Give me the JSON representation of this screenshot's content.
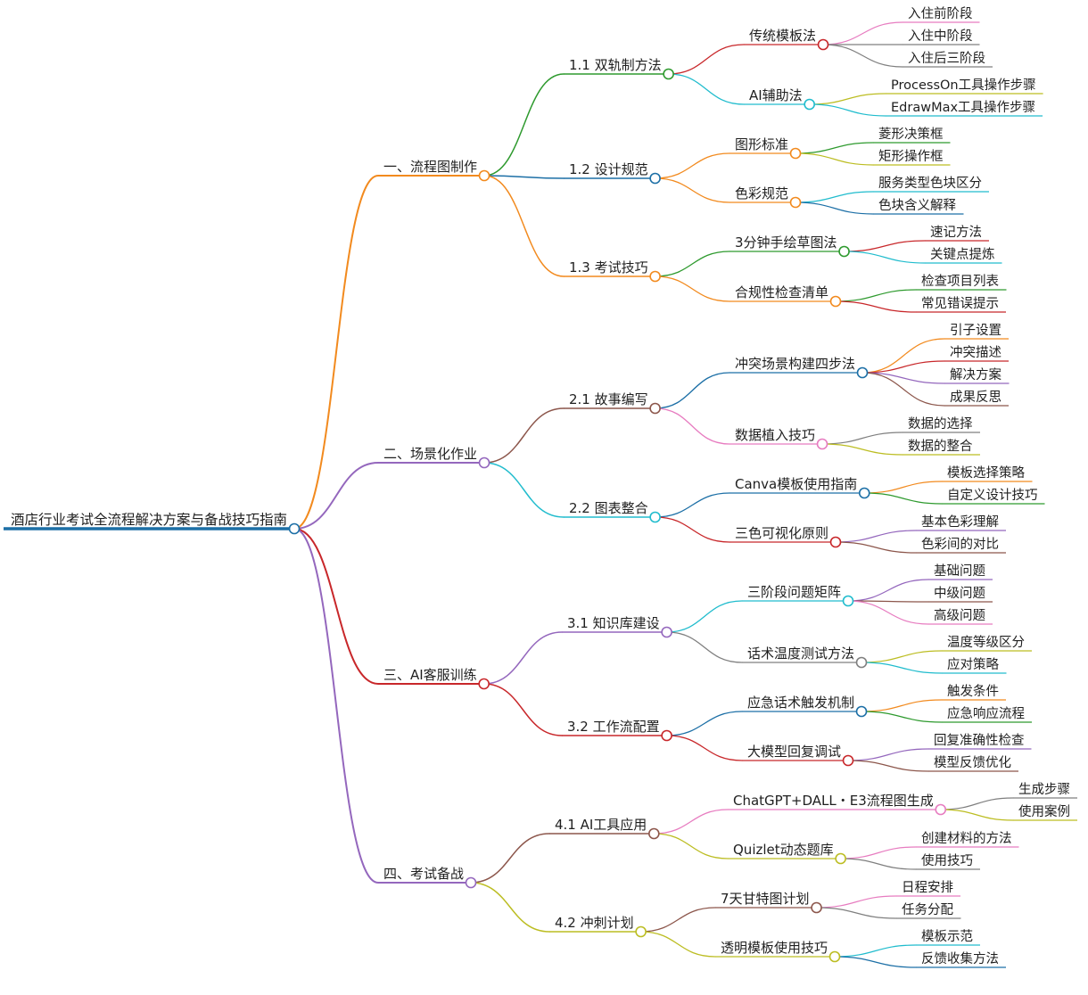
{
  "root": {
    "label": "酒店行业考试全流程解决方案与备战技巧指南",
    "color": "#1c6fa6"
  },
  "branches": [
    {
      "label": "一、流程图制作",
      "color": "#f28a1e",
      "children": [
        {
          "label": "1.1 双轨制方法",
          "color": "#2e9a2e",
          "children": [
            {
              "label": "传统模板法",
              "color": "#c8272a",
              "children": [
                {
                  "label": "入住前阶段",
                  "color": "#e77cc0"
                },
                {
                  "label": "入住中阶段",
                  "color": "#7f7f7f"
                },
                {
                  "label": "入住后三阶段",
                  "color": "#7f7f7f"
                }
              ]
            },
            {
              "label": "AI辅助法",
              "color": "#20bccd",
              "children": [
                {
                  "label": "ProcessOn工具操作步骤",
                  "color": "#bcbd22"
                },
                {
                  "label": "EdrawMax工具操作步骤",
                  "color": "#20bccd"
                }
              ]
            }
          ]
        },
        {
          "label": "1.2 设计规范",
          "color": "#1c6fa6",
          "children": [
            {
              "label": "图形标准",
              "color": "#f28a1e",
              "children": [
                {
                  "label": "菱形决策框",
                  "color": "#2e9a2e"
                },
                {
                  "label": "矩形操作框",
                  "color": "#bcbd22"
                }
              ]
            },
            {
              "label": "色彩规范",
              "color": "#f28a1e",
              "children": [
                {
                  "label": "服务类型色块区分",
                  "color": "#20bccd"
                },
                {
                  "label": "色块含义解释",
                  "color": "#1c6fa6"
                }
              ]
            }
          ]
        },
        {
          "label": "1.3 考试技巧",
          "color": "#f28a1e",
          "children": [
            {
              "label": "3分钟手绘草图法",
              "color": "#2e9a2e",
              "children": [
                {
                  "label": "速记方法",
                  "color": "#c8272a"
                },
                {
                  "label": "关键点提炼",
                  "color": "#20bccd"
                }
              ]
            },
            {
              "label": "合规性检查清单",
              "color": "#f28a1e",
              "children": [
                {
                  "label": "检查项目列表",
                  "color": "#2e9a2e"
                },
                {
                  "label": "常见错误提示",
                  "color": "#c8272a"
                }
              ]
            }
          ]
        }
      ]
    },
    {
      "label": "二、场景化作业",
      "color": "#9467bd",
      "children": [
        {
          "label": "2.1 故事编写",
          "color": "#8c564b",
          "children": [
            {
              "label": "冲突场景构建四步法",
              "color": "#1c6fa6",
              "children": [
                {
                  "label": "引子设置",
                  "color": "#f28a1e"
                },
                {
                  "label": "冲突描述",
                  "color": "#c8272a"
                },
                {
                  "label": "解决方案",
                  "color": "#9467bd"
                },
                {
                  "label": "成果反思",
                  "color": "#8c564b"
                }
              ]
            },
            {
              "label": "数据植入技巧",
              "color": "#e77cc0",
              "children": [
                {
                  "label": "数据的选择",
                  "color": "#7f7f7f"
                },
                {
                  "label": "数据的整合",
                  "color": "#bcbd22"
                }
              ]
            }
          ]
        },
        {
          "label": "2.2 图表整合",
          "color": "#20bccd",
          "children": [
            {
              "label": "Canva模板使用指南",
              "color": "#1c6fa6",
              "children": [
                {
                  "label": "模板选择策略",
                  "color": "#f28a1e"
                },
                {
                  "label": "自定义设计技巧",
                  "color": "#2e9a2e"
                }
              ]
            },
            {
              "label": "三色可视化原则",
              "color": "#c8272a",
              "children": [
                {
                  "label": "基本色彩理解",
                  "color": "#9467bd"
                },
                {
                  "label": "色彩间的对比",
                  "color": "#8c564b"
                }
              ]
            }
          ]
        }
      ]
    },
    {
      "label": "三、AI客服训练",
      "color": "#c8272a",
      "children": [
        {
          "label": "3.1 知识库建设",
          "color": "#9467bd",
          "children": [
            {
              "label": "三阶段问题矩阵",
              "color": "#20bccd",
              "children": [
                {
                  "label": "基础问题",
                  "color": "#9467bd"
                },
                {
                  "label": "中级问题",
                  "color": "#8c564b"
                },
                {
                  "label": "高级问题",
                  "color": "#e77cc0"
                }
              ]
            },
            {
              "label": "话术温度测试方法",
              "color": "#7f7f7f",
              "children": [
                {
                  "label": "温度等级区分",
                  "color": "#bcbd22"
                },
                {
                  "label": "应对策略",
                  "color": "#20bccd"
                }
              ]
            }
          ]
        },
        {
          "label": "3.2 工作流配置",
          "color": "#c8272a",
          "children": [
            {
              "label": "应急话术触发机制",
              "color": "#1c6fa6",
              "children": [
                {
                  "label": "触发条件",
                  "color": "#f28a1e"
                },
                {
                  "label": "应急响应流程",
                  "color": "#2e9a2e"
                }
              ]
            },
            {
              "label": "大模型回复调试",
              "color": "#c8272a",
              "children": [
                {
                  "label": "回复准确性检查",
                  "color": "#9467bd"
                },
                {
                  "label": "模型反馈优化",
                  "color": "#8c564b"
                }
              ]
            }
          ]
        }
      ]
    },
    {
      "label": "四、考试备战",
      "color": "#9467bd",
      "children": [
        {
          "label": "4.1 AI工具应用",
          "color": "#8c564b",
          "children": [
            {
              "label": "ChatGPT+DALL・E3流程图生成",
              "color": "#e77cc0",
              "children": [
                {
                  "label": "生成步骤",
                  "color": "#7f7f7f"
                },
                {
                  "label": "使用案例",
                  "color": "#bcbd22"
                }
              ]
            },
            {
              "label": "Quizlet动态题库",
              "color": "#bcbd22",
              "children": [
                {
                  "label": "创建材料的方法",
                  "color": "#e77cc0"
                },
                {
                  "label": "使用技巧",
                  "color": "#7f7f7f"
                }
              ]
            }
          ]
        },
        {
          "label": "4.2 冲刺计划",
          "color": "#bcbd22",
          "children": [
            {
              "label": "7天甘特图计划",
              "color": "#8c564b",
              "children": [
                {
                  "label": "日程安排",
                  "color": "#e77cc0"
                },
                {
                  "label": "任务分配",
                  "color": "#7f7f7f"
                }
              ]
            },
            {
              "label": "透明模板使用技巧",
              "color": "#bcbd22",
              "children": [
                {
                  "label": "模板示范",
                  "color": "#20bccd"
                },
                {
                  "label": "反馈收集方法",
                  "color": "#1c6fa6"
                }
              ]
            }
          ]
        }
      ]
    }
  ]
}
